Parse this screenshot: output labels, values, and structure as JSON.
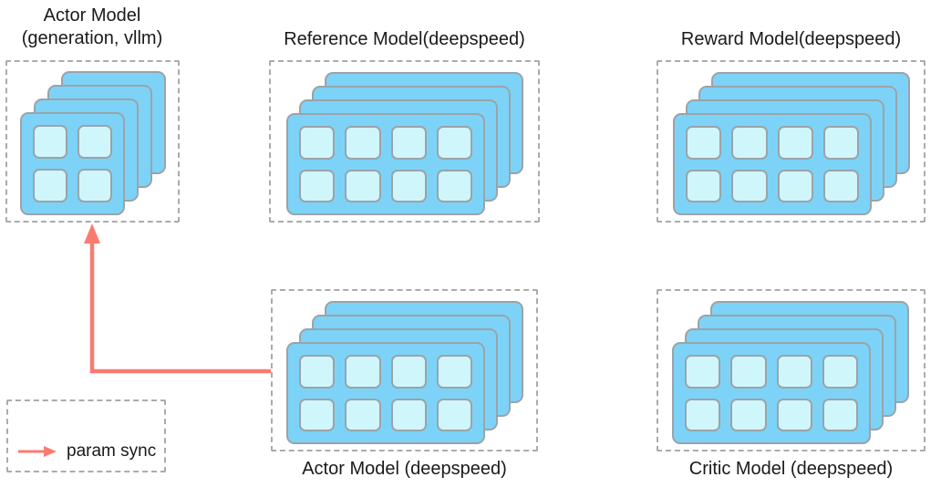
{
  "diagram": {
    "description": "Distributed RLHF training architecture with five model groups of stacked GPU cards",
    "colors": {
      "card_fill": "#7DD3F7",
      "cell_fill": "#CFF6FB",
      "card_border": "#9BA3A8",
      "dashed_border": "#ABABAB",
      "arrow": "#F97B70",
      "text": "#1A1A1A"
    }
  },
  "groups": [
    {
      "id": "actor-vllm",
      "title_lines": [
        "Actor Model",
        "(generation, vllm)"
      ],
      "label_position": "top",
      "stack": {
        "layers": 4,
        "rows": 2,
        "cols": 2
      }
    },
    {
      "id": "reference",
      "title_lines": [
        "Reference Model(deepspeed)"
      ],
      "label_position": "top",
      "stack": {
        "layers": 4,
        "rows": 2,
        "cols": 4
      }
    },
    {
      "id": "reward",
      "title_lines": [
        "Reward Model(deepspeed)"
      ],
      "label_position": "top",
      "stack": {
        "layers": 4,
        "rows": 2,
        "cols": 4
      }
    },
    {
      "id": "actor-deepspeed",
      "title_lines": [
        "Actor Model (deepspeed)"
      ],
      "label_position": "bottom",
      "stack": {
        "layers": 4,
        "rows": 2,
        "cols": 4
      }
    },
    {
      "id": "critic",
      "title_lines": [
        "Critic Model (deepspeed)"
      ],
      "label_position": "bottom",
      "stack": {
        "layers": 4,
        "rows": 2,
        "cols": 4
      }
    }
  ],
  "arrow": {
    "type": "param sync",
    "from": "actor-deepspeed",
    "to": "actor-vllm"
  },
  "legend": {
    "label": "param sync",
    "icon": "right-arrow"
  }
}
